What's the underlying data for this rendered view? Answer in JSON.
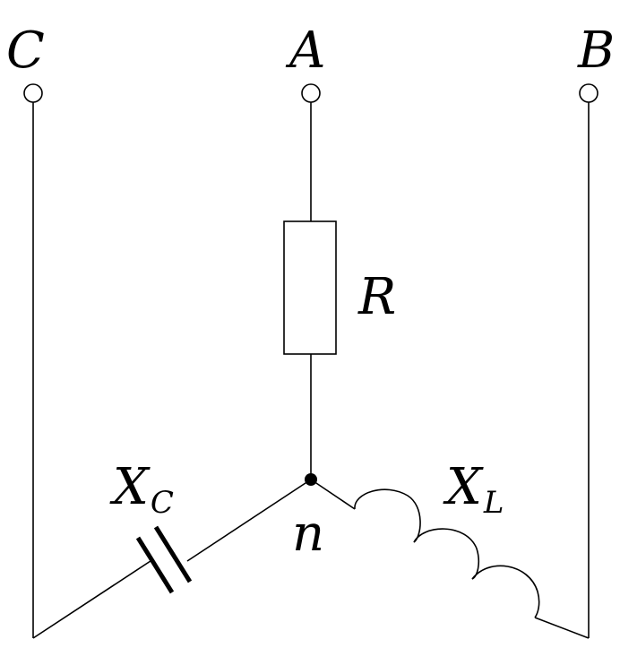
{
  "terminals": {
    "c": "C",
    "a": "A",
    "b": "B"
  },
  "resistor": {
    "label": "R"
  },
  "neutral": {
    "label": "n"
  },
  "capacitor": {
    "label_main": "X",
    "label_sub": "C"
  },
  "inductor": {
    "label_main": "X",
    "label_sub": "L"
  }
}
